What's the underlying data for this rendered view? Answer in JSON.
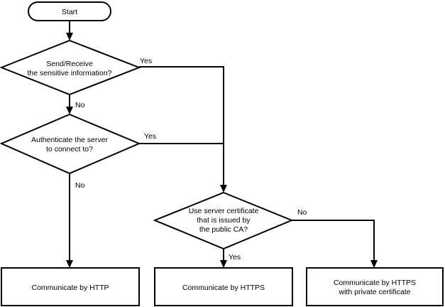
{
  "nodes": {
    "start": {
      "label": "Start"
    },
    "q_sensitive": {
      "lines": [
        "Send/Receive",
        "the sensitive information?"
      ]
    },
    "q_authenticate": {
      "lines": [
        "Authenticate the server",
        "to connect to?"
      ]
    },
    "q_public_ca": {
      "lines": [
        "Use server certificate",
        "that is issued by",
        "the public CA?"
      ]
    },
    "out_http": {
      "label": "Communicate by HTTP"
    },
    "out_https": {
      "label": "Communicate by HTTPS"
    },
    "out_private": {
      "lines": [
        "Communicate by HTTPS",
        "with private certificate"
      ]
    }
  },
  "edges": {
    "sensitive_yes": "Yes",
    "sensitive_no": "No",
    "authenticate_yes": "Yes",
    "authenticate_no": "No",
    "public_ca_yes": "Yes",
    "public_ca_no": "No"
  }
}
